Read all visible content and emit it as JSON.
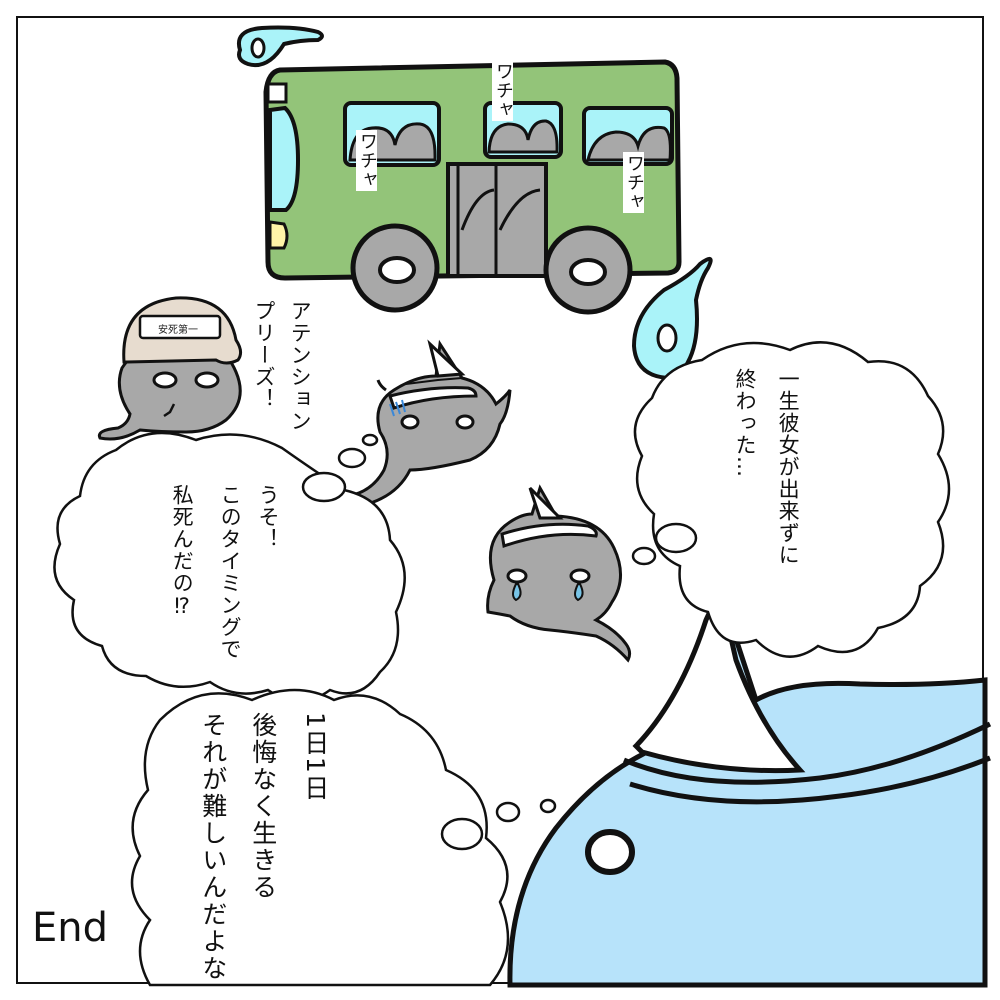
{
  "texts": {
    "wacha_left": "ワチャ",
    "wacha_top": "ワチャ",
    "wacha_right": "ワチャ",
    "attention_line1": "アテンション",
    "attention_line2": "プリーズ！",
    "uso_line1": "うそ！",
    "uso_line2": "このタイミングで",
    "uso_line3": "私死んだの⁉",
    "kanojo_line1": "一生彼女が出来ずに",
    "kanojo_line2": "終わった…",
    "moral_line1": "1日1日",
    "moral_line2": "後悔なく生きる",
    "moral_line3": "それが難しいんだよな",
    "cap_label": "安死第一",
    "end_label": "End"
  },
  "colors": {
    "bus_green": "#93c479",
    "window_blue": "#aaf3f9",
    "ghost_gray": "#a8a8a8",
    "big_ghost_blue": "#b7e3fa",
    "cap_beige": "#e7dccf",
    "headlight_yellow": "#fff4a8",
    "tear_blue": "#78c4e6"
  },
  "icons": [
    "bus-icon",
    "spirit-flame-icon",
    "ghost-icon",
    "tear-icon",
    "sweat-icon"
  ]
}
